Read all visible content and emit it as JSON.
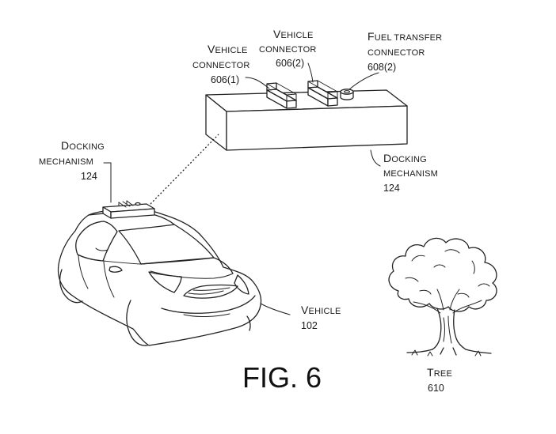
{
  "figure_label": "FIG. 6",
  "callouts": {
    "vehicle_connector_1": {
      "line1_cap": "V",
      "line1_rest": "EHICLE",
      "line2": "CONNECTOR",
      "number": "606(1)"
    },
    "vehicle_connector_2": {
      "line1_cap": "V",
      "line1_rest": "EHICLE",
      "line2": "CONNECTOR",
      "number": "606(2)"
    },
    "fuel_transfer_connector": {
      "line1_cap": "F",
      "line1_rest": "UEL TRANSFER",
      "line2": "CONNECTOR",
      "number": "608(2)"
    },
    "docking_mechanism_right": {
      "line1_cap": "D",
      "line1_rest": "OCKING",
      "line2": "MECHANISM",
      "number": "124"
    },
    "docking_mechanism_left": {
      "line1_cap": "D",
      "line1_rest": "OCKING",
      "line2": "MECHANISM",
      "number": "124"
    },
    "vehicle": {
      "line1_cap": "V",
      "line1_rest": "EHICLE",
      "number": "102"
    },
    "tree": {
      "line1_cap": "T",
      "line1_rest": "REE",
      "number": "610"
    }
  }
}
